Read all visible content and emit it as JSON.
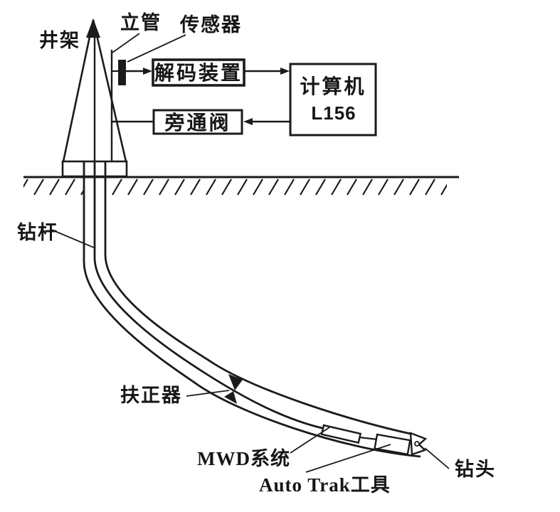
{
  "diagram": {
    "type": "schematic",
    "subject": "MWD / AutoTrak directional drilling system layout",
    "background_color": "#ffffff",
    "ink_color": "#1b1b1b",
    "labels": {
      "derrick": "井架",
      "standpipe": "立管",
      "sensor": "传感器",
      "decoder_box": "解码装置",
      "computer_box_line1": "计算机",
      "computer_box_line2": "L156",
      "bypass_valve_box": "旁通阀",
      "drill_pipe": "钻杆",
      "stabilizer": "扶正器",
      "mwd_system": "MWD系统",
      "autotrak_tool": "Auto Trak工具",
      "drill_bit": "钻头"
    }
  }
}
